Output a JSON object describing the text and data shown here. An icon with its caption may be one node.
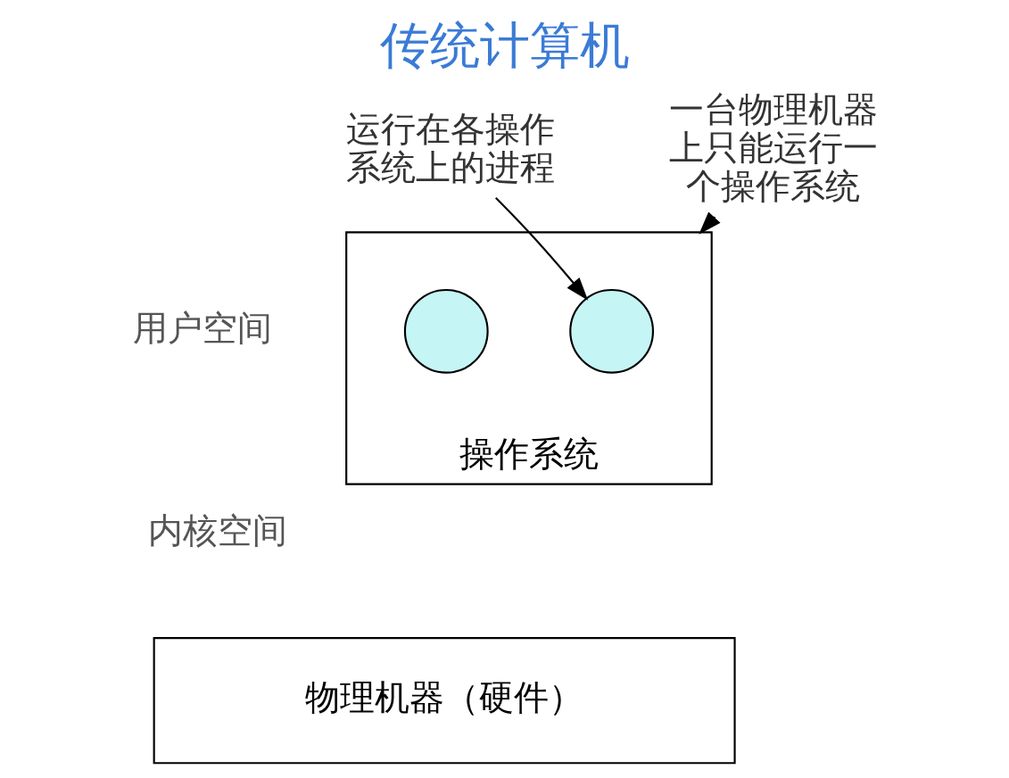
{
  "diagram": {
    "title": "传统计算机",
    "nodes": [
      {
        "text": [
          "操作系统"
        ]
      },
      {
        "text": [],
        "shape": "circle",
        "in": 0
      },
      {
        "text": [],
        "shape": "circle",
        "in": 0
      },
      {
        "text": [
          "物理机器（硬件）"
        ]
      },
      {
        "text": [
          "运行在各操作系统上的进程"
        ]
      },
      {
        "text": [
          "一台物理机器上只能运行一个操作系统"
        ]
      }
    ],
    "edges": [
      {
        "from": 4,
        "to": 2,
        "arrow": "to"
      },
      {
        "from": 5,
        "to": 0,
        "arrow": "to"
      }
    ],
    "labels": [
      "用户空间",
      "内核空间"
    ]
  }
}
